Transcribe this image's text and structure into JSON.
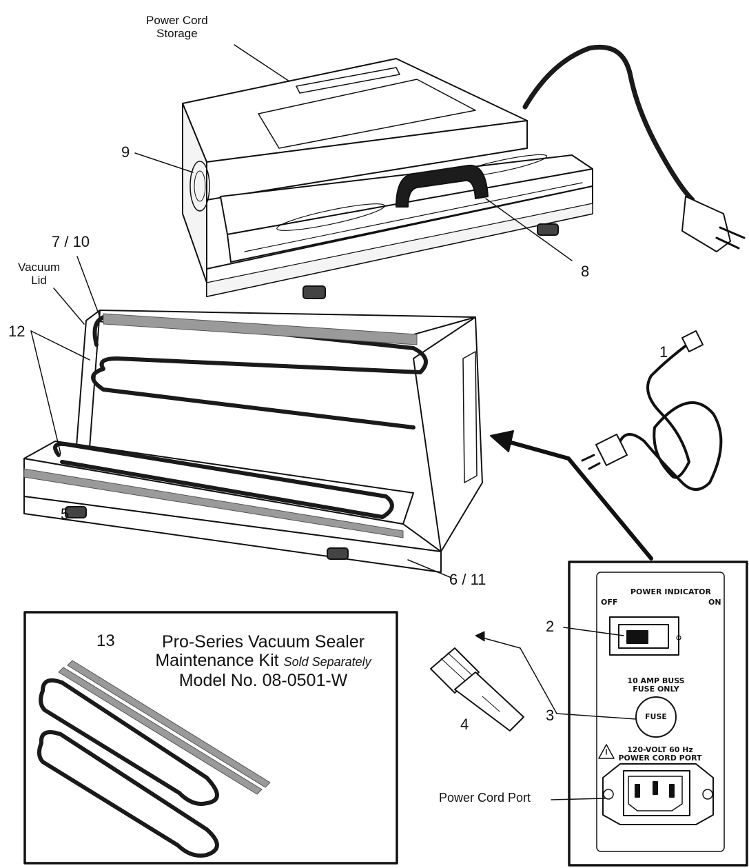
{
  "callouts": {
    "power_cord_storage": [
      "Power Cord",
      "Storage"
    ],
    "n9": "9",
    "n7_10": "7 / 10",
    "vacuum_lid": [
      "Vacuum",
      "Lid"
    ],
    "n12": "12",
    "n8": "8",
    "n1": "1",
    "n5": "5",
    "n6_11": "6 / 11",
    "n2": "2",
    "n3": "3",
    "n4": "4",
    "power_cord_port": "Power Cord Port"
  },
  "panel": {
    "power_indicator": "POWER INDICATOR",
    "off": "OFF",
    "on": "ON",
    "fuse_note": [
      "10 AMP BUSS",
      "FUSE ONLY"
    ],
    "fuse": "FUSE",
    "port_note": [
      "120-VOLT 60 Hz",
      "POWER CORD PORT"
    ]
  },
  "kit": {
    "number": "13",
    "line1": "Pro-Series Vacuum Sealer",
    "line2": "Maintenance Kit",
    "line2_note": "Sold Separately",
    "line3": "Model No. 08-0501-W"
  },
  "colors": {
    "ink": "#111111",
    "gasket_gray": "#9a9a9a",
    "background": "#ffffff"
  }
}
